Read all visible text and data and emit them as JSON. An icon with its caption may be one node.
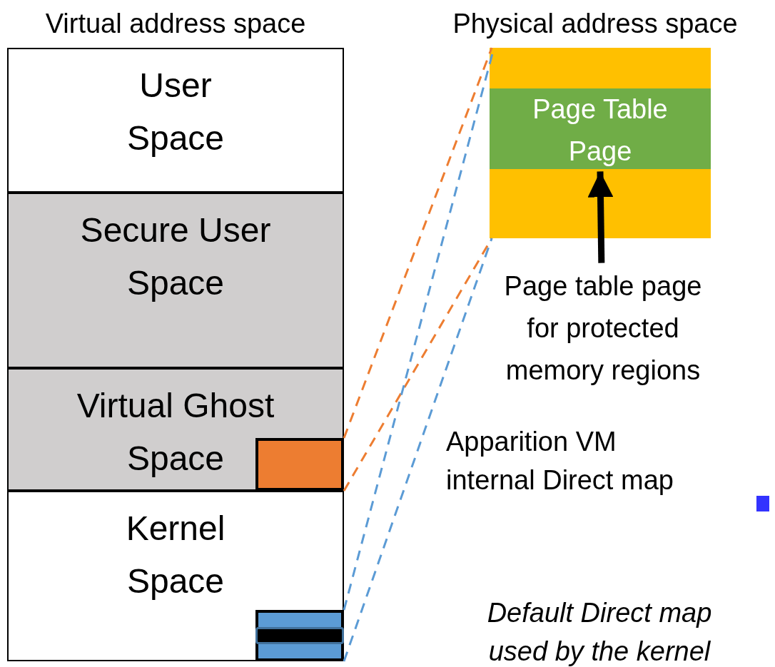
{
  "diagram": {
    "nodes": [
      {
        "text": [],
        "shape": "box"
      },
      {
        "text": [
          "User Space"
        ],
        "in": 0
      },
      {
        "text": [
          "Secure User Space"
        ],
        "in": 0
      },
      {
        "text": [
          "Virtual Ghost Space"
        ],
        "in": 0
      },
      {
        "text": [],
        "shape": "box",
        "in": 3
      },
      {
        "text": [
          "Kernel Space"
        ],
        "in": 0
      },
      {
        "text": [],
        "shape": "box",
        "in": 5
      },
      {
        "text": [],
        "shape": "box"
      },
      {
        "text": [
          "Page Table Page"
        ],
        "in": 7
      },
      {
        "text": [
          "Page table page for protected memory regions"
        ]
      },
      {
        "text": [],
        "shape": "bar",
        "in": 6
      }
    ],
    "edges": [
      {
        "from": 4,
        "to": 7,
        "arrow": "none",
        "style": "dashed",
        "color": "#ed7d31"
      },
      {
        "from": 4,
        "to": 7,
        "arrow": "none",
        "style": "dashed",
        "color": "#ed7d31"
      },
      {
        "from": 6,
        "to": 7,
        "arrow": "none",
        "style": "dashed",
        "color": "#5b9bd5"
      },
      {
        "from": 6,
        "to": 7,
        "arrow": "none",
        "style": "dashed",
        "color": "#5b9bd5"
      },
      {
        "from": 9,
        "to": 8,
        "arrow": "to",
        "style": "thick",
        "color": "#000000"
      }
    ],
    "labels": [
      "Virtual address space",
      "Physical address space",
      "Apparition VM internal Direct map",
      "Default Direct map used by the kernel"
    ]
  }
}
